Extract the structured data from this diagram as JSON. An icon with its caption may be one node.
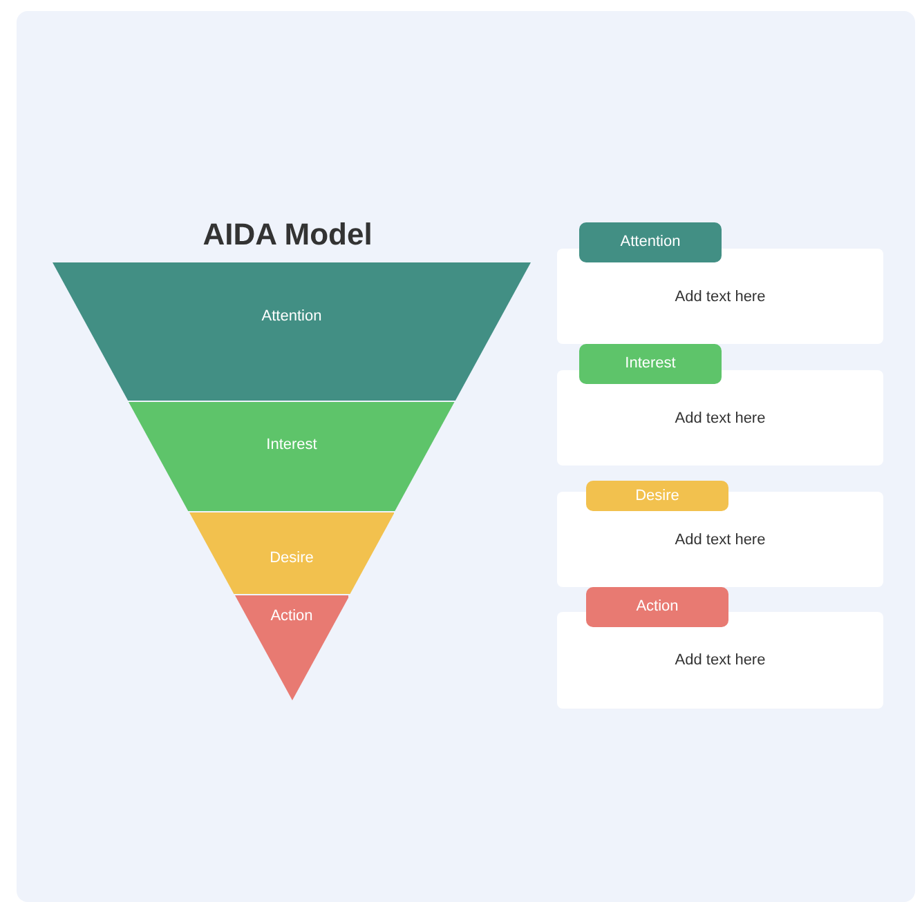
{
  "diagram": {
    "title": "AIDA Model",
    "nodes": [
      {
        "text": [
          "Attention"
        ]
      },
      {
        "text": [
          "Interest"
        ]
      },
      {
        "text": [
          "Desire"
        ]
      },
      {
        "text": [
          "Action"
        ]
      },
      {
        "text": [
          "Attention"
        ]
      },
      {
        "text": [
          "Add text here"
        ]
      },
      {
        "text": [
          "Interest"
        ]
      },
      {
        "text": [
          "Add text here"
        ]
      },
      {
        "text": [
          "Desire"
        ]
      },
      {
        "text": [
          "Add text here"
        ]
      },
      {
        "text": [
          "Action"
        ]
      },
      {
        "text": [
          "Add text here"
        ]
      }
    ]
  }
}
